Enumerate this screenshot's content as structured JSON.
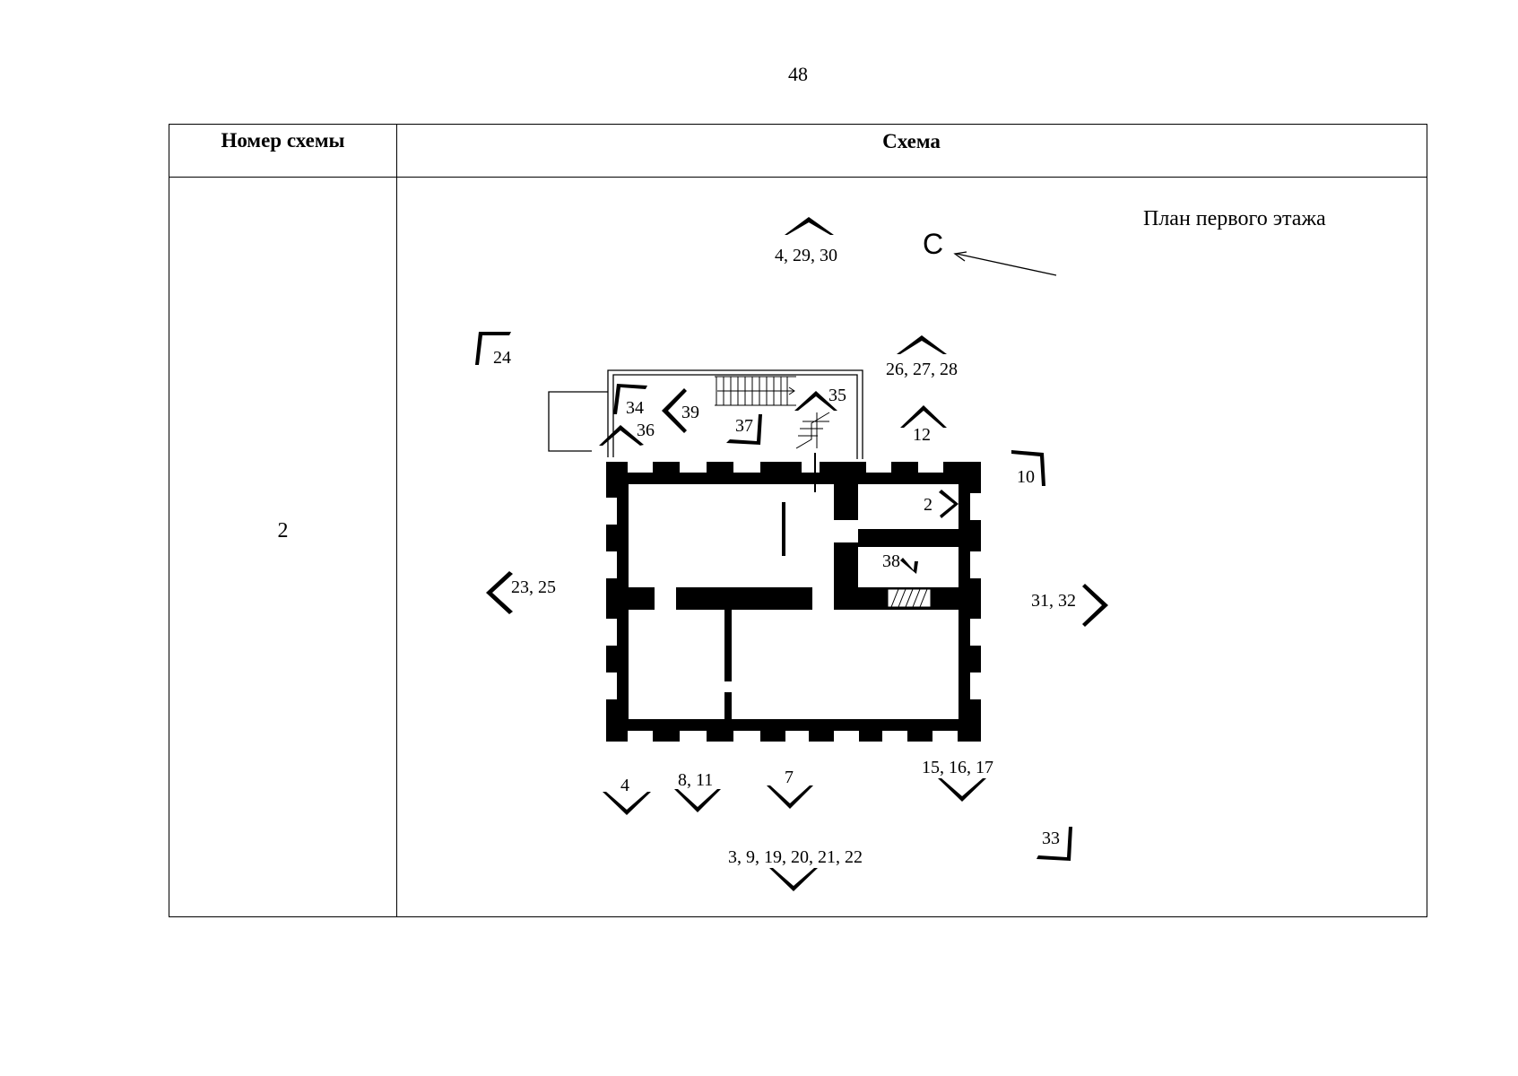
{
  "page_number": "48",
  "table": {
    "header": {
      "scheme_number": "Номер схемы",
      "scheme": "Схема"
    },
    "row": {
      "number": "2",
      "plan_title": "План первого этажа"
    }
  },
  "plan": {
    "north_label": "С",
    "views": [
      {
        "id": "v4-29-30",
        "label": "4, 29, 30",
        "dir": "up"
      },
      {
        "id": "v24",
        "label": "24",
        "dir": "corner-tl"
      },
      {
        "id": "v26-27-28",
        "label": "26, 27, 28",
        "dir": "up"
      },
      {
        "id": "v34",
        "label": "34",
        "dir": "corner-tl"
      },
      {
        "id": "v39",
        "label": "39",
        "dir": "left"
      },
      {
        "id": "v35",
        "label": "35",
        "dir": "up"
      },
      {
        "id": "v36",
        "label": "36",
        "dir": "up"
      },
      {
        "id": "v37",
        "label": "37",
        "dir": "corner-br"
      },
      {
        "id": "v12",
        "label": "12",
        "dir": "up"
      },
      {
        "id": "v10",
        "label": "10",
        "dir": "corner-tr"
      },
      {
        "id": "v2",
        "label": "2",
        "dir": "right"
      },
      {
        "id": "v38",
        "label": "38",
        "dir": "corner-br"
      },
      {
        "id": "v23-25",
        "label": "23, 25",
        "dir": "left"
      },
      {
        "id": "v31-32",
        "label": "31, 32",
        "dir": "right"
      },
      {
        "id": "v4",
        "label": "4",
        "dir": "down"
      },
      {
        "id": "v8-11",
        "label": "8, 11",
        "dir": "down"
      },
      {
        "id": "v7",
        "label": "7",
        "dir": "down"
      },
      {
        "id": "v15-16-17",
        "label": "15, 16, 17",
        "dir": "down"
      },
      {
        "id": "v33",
        "label": "33",
        "dir": "corner-br"
      },
      {
        "id": "v3-9-19-22",
        "label": "3, 9, 19, 20, 21, 22",
        "dir": "down"
      }
    ]
  }
}
